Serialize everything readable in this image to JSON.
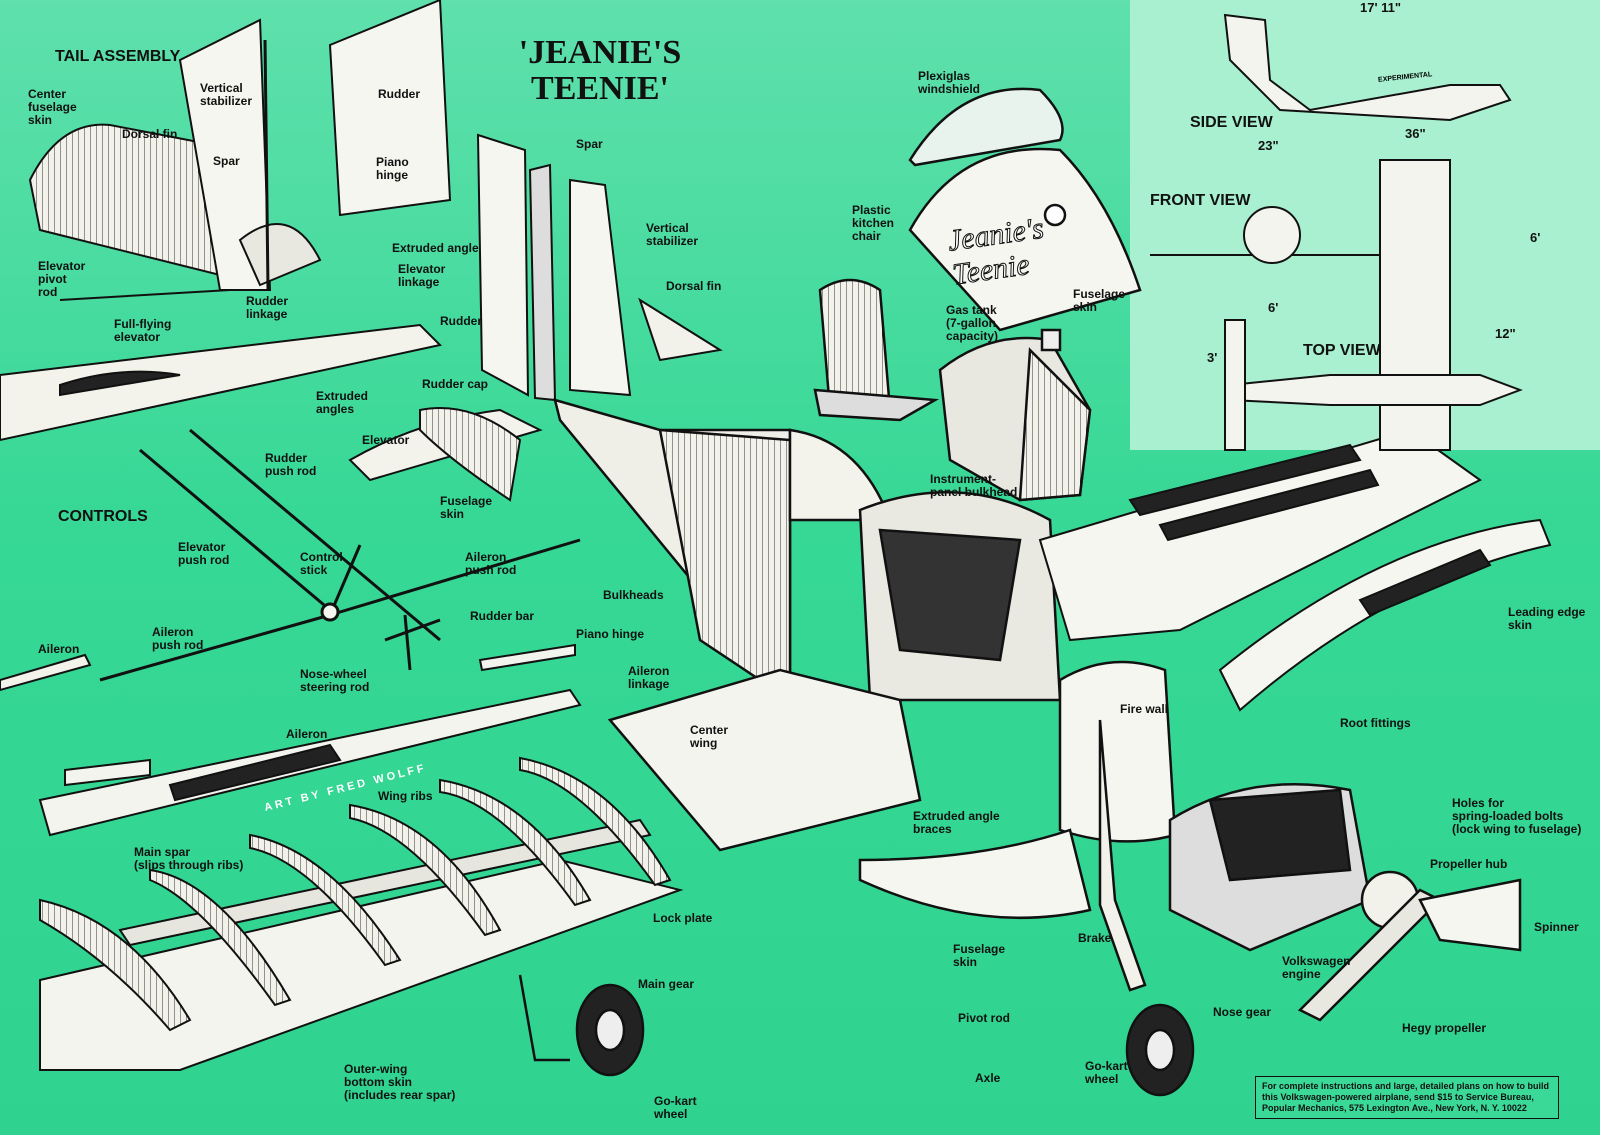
{
  "title": "'JEANIE'S\nTEENIE'",
  "sections": {
    "tail_assembly": "TAIL ASSEMBLY",
    "controls": "CONTROLS",
    "side_view": "SIDE VIEW",
    "front_view": "FRONT VIEW",
    "top_view": "TOP VIEW"
  },
  "dimensions": {
    "d23": "23\"",
    "d36": "36\"",
    "d6a": "6'",
    "d6b": "6'",
    "d12": "12\"",
    "d3": "3'",
    "d1711": "17' 11\""
  },
  "labels": {
    "center_fuselage_skin": "Center\nfuselage\nskin",
    "vertical_stabilizer_tail": "Vertical\nstabilizer",
    "rudder_tail": "Rudder",
    "dorsal_fin_tail": "Dorsal fin",
    "spar_tail": "Spar",
    "piano_hinge_tail": "Piano\nhinge",
    "extruded_angle": "Extruded angle",
    "elevator_pivot_rod": "Elevator\npivot\nrod",
    "elevator_linkage": "Elevator\nlinkage",
    "rudder_linkage": "Rudder\nlinkage",
    "full_flying_elevator": "Full-flying\nelevator",
    "extruded_angles": "Extruded\nangles",
    "spar": "Spar",
    "vertical_stabilizer": "Vertical\nstabilizer",
    "dorsal_fin": "Dorsal fin",
    "rudder": "Rudder",
    "rudder_cap": "Rudder cap",
    "elevator": "Elevator",
    "fuselage_skin_tail": "Fuselage\nskin",
    "rudder_push_rod": "Rudder\npush rod",
    "elevator_push_rod": "Elevator\npush rod",
    "control_stick": "Control\nstick",
    "aileron_push_rod_right": "Aileron\npush rod",
    "aileron_push_rod_left": "Aileron\npush rod",
    "rudder_bar": "Rudder bar",
    "aileron_small": "Aileron",
    "nose_wheel_steering_rod": "Nose-wheel\nsteering rod",
    "piano_hinge": "Piano hinge",
    "aileron_linkage": "Aileron\nlinkage",
    "aileron": "Aileron",
    "bulkheads": "Bulkheads",
    "center_wing": "Center\nwing",
    "wing_ribs": "Wing ribs",
    "main_spar": "Main spar\n(slips through ribs)",
    "lock_plate": "Lock plate",
    "main_gear": "Main gear",
    "go_kart_wheel_left": "Go-kart\nwheel",
    "outer_wing_bottom_skin": "Outer-wing\nbottom skin\n(includes rear spar)",
    "plexiglas_windshield": "Plexiglas\nwindshield",
    "plastic_kitchen_chair": "Plastic\nkitchen\nchair",
    "fuselage_skin_top": "Fuselage\nskin",
    "gas_tank": "Gas tank\n(7-gallon\ncapacity)",
    "instrument_panel_bulkhead": "Instrument-\npanel bulkhead",
    "fire_wall": "Fire wall",
    "extruded_angle_braces": "Extruded angle\nbraces",
    "leading_edge_skin": "Leading edge\nskin",
    "root_fittings": "Root fittings",
    "holes_for_bolts": "Holes for\nspring-loaded bolts\n(lock wing to fuselage)",
    "propeller_hub": "Propeller hub",
    "spinner": "Spinner",
    "hegy_propeller": "Hegy propeller",
    "volkswagen_engine": "Volkswagen\nengine",
    "nose_gear": "Nose gear",
    "brake": "Brake",
    "fuselage_skin_bottom": "Fuselage\nskin",
    "pivot_rod": "Pivot rod",
    "axle": "Axle",
    "go_kart_wheel_right": "Go-kart\nwheel"
  },
  "credit_note": "For complete instructions and large, detailed plans on how to build this Volkswagen-powered airplane, send $15 to Service Bureau, Popular Mechanics, 575 Lexington Ave., New York, N. Y. 10022",
  "signature": "ART BY FRED WOLFF",
  "plane_logo": "Jeanie's\nTeenie",
  "side_marking": "EXPERIMENTAL",
  "colors": {
    "background": "#35d894",
    "ink": "#111111",
    "panel": "#a8f0d0",
    "part": "#f4f4ee"
  }
}
